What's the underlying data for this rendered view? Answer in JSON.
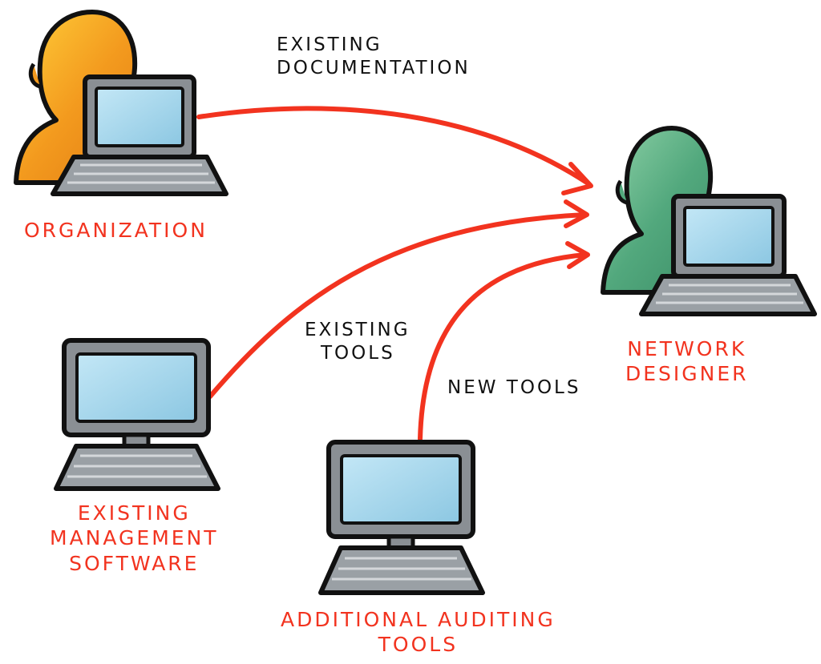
{
  "nodes": {
    "organization": {
      "label": "ORGANIZATION",
      "person_color": "#f39a1e"
    },
    "network_designer": {
      "label_line1": "NETWORK",
      "label_line2": "DESIGNER",
      "person_color": "#52a87d"
    },
    "existing_software": {
      "label_line1": "EXISTING",
      "label_line2": "MANAGEMENT",
      "label_line3": "SOFTWARE"
    },
    "auditing_tools": {
      "label_line1": "ADDITIONAL AUDITING",
      "label_line2": "TOOLS"
    }
  },
  "edges": {
    "existing_documentation": {
      "label_line1": "EXISTING",
      "label_line2": "DOCUMENTATION"
    },
    "existing_tools": {
      "label_line1": "EXISTING",
      "label_line2": "TOOLS"
    },
    "new_tools": {
      "label": "NEW TOOLS"
    }
  },
  "colors": {
    "label_red": "#f2331f",
    "arrow_red": "#f2331f",
    "screen_blue": "#9fd3ea",
    "device_gray": "#8a8f94"
  }
}
